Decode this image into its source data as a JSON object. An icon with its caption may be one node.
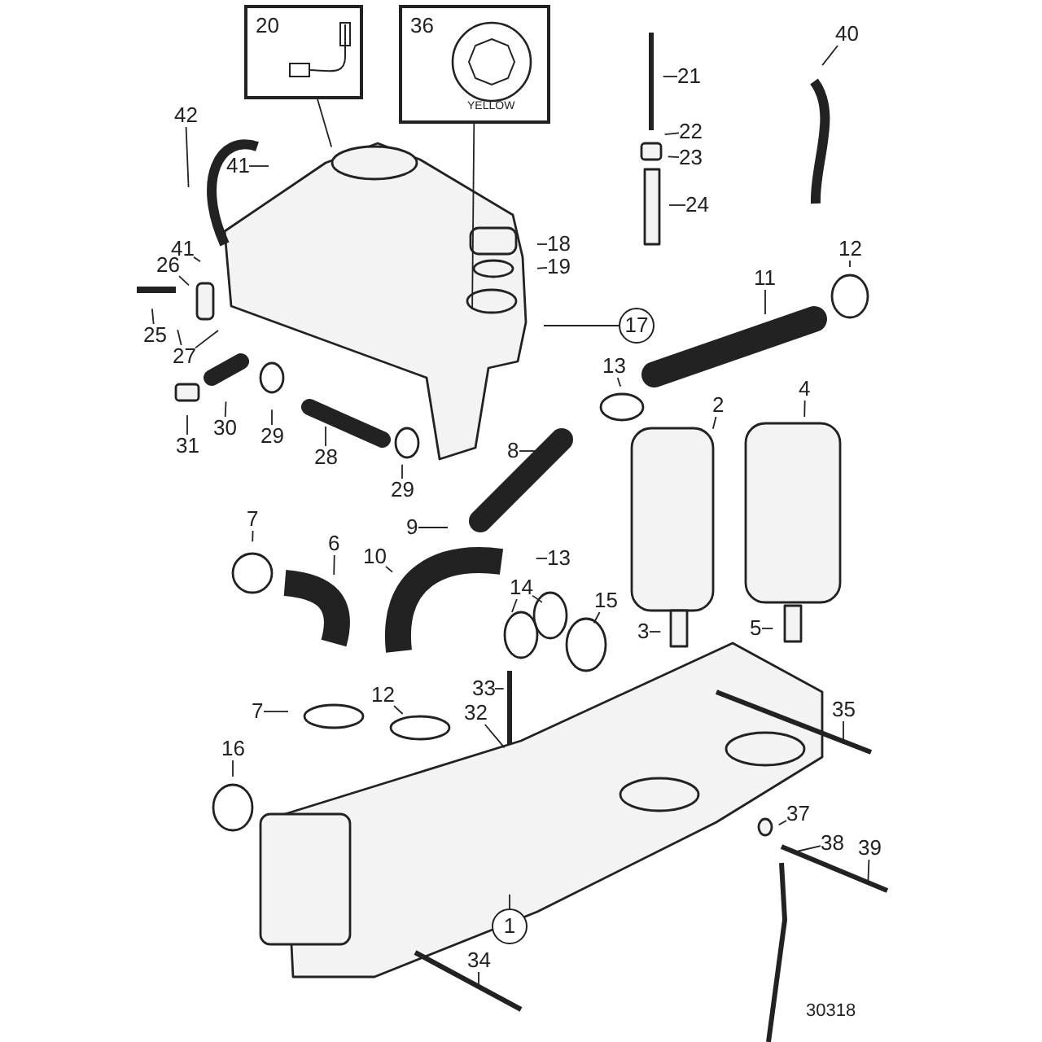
{
  "diagram": {
    "nodes": [
      {
        "text": [
          "20"
        ]
      },
      {
        "text": [
          "36",
          "YELLOW"
        ]
      },
      {
        "text": [
          "40"
        ]
      },
      {
        "text": [
          "21"
        ]
      },
      {
        "text": [
          "22"
        ]
      },
      {
        "text": [
          "23"
        ]
      },
      {
        "text": [
          "24"
        ]
      },
      {
        "text": [
          "42"
        ]
      },
      {
        "text": [
          "41"
        ]
      },
      {
        "text": [
          "18"
        ]
      },
      {
        "text": [
          "19"
        ]
      },
      {
        "text": [
          "12"
        ]
      },
      {
        "text": [
          "41"
        ]
      },
      {
        "text": [
          "26"
        ]
      },
      {
        "text": [
          "11"
        ]
      },
      {
        "text": [
          "17"
        ]
      },
      {
        "text": [
          "25"
        ]
      },
      {
        "text": [
          "27"
        ]
      },
      {
        "text": [
          "13"
        ]
      },
      {
        "text": [
          "4"
        ]
      },
      {
        "text": [
          "2"
        ]
      },
      {
        "text": [
          "31"
        ]
      },
      {
        "text": [
          "30"
        ]
      },
      {
        "text": [
          "29"
        ]
      },
      {
        "text": [
          "8"
        ]
      },
      {
        "text": [
          "28"
        ]
      },
      {
        "text": [
          "29"
        ]
      },
      {
        "text": [
          "7"
        ]
      },
      {
        "text": [
          "9"
        ]
      },
      {
        "text": [
          "10"
        ]
      },
      {
        "text": [
          "6"
        ]
      },
      {
        "text": [
          "13"
        ]
      },
      {
        "text": [
          "14"
        ]
      },
      {
        "text": [
          "15"
        ]
      },
      {
        "text": [
          "5"
        ]
      },
      {
        "text": [
          "3"
        ]
      },
      {
        "text": [
          "33"
        ]
      },
      {
        "text": [
          "12"
        ]
      },
      {
        "text": [
          "7"
        ]
      },
      {
        "text": [
          "35"
        ]
      },
      {
        "text": [
          "32"
        ]
      },
      {
        "text": [
          "16"
        ]
      },
      {
        "text": [
          "37"
        ]
      },
      {
        "text": [
          "38"
        ]
      },
      {
        "text": [
          "39"
        ]
      },
      {
        "text": [
          "1"
        ]
      },
      {
        "text": [
          "34"
        ]
      }
    ],
    "edges": [
      {
        "from": 0,
        "to": null,
        "arrow": "none"
      },
      {
        "from": 1,
        "to": null,
        "arrow": "none"
      },
      {
        "from": 2,
        "to": null,
        "arrow": "none"
      },
      {
        "from": 3,
        "to": null,
        "arrow": "none"
      },
      {
        "from": 4,
        "to": null,
        "arrow": "none"
      },
      {
        "from": 5,
        "to": null,
        "arrow": "none"
      },
      {
        "from": 6,
        "to": null,
        "arrow": "none"
      },
      {
        "from": 7,
        "to": null,
        "arrow": "none"
      },
      {
        "from": 8,
        "to": null,
        "arrow": "none"
      },
      {
        "from": 9,
        "to": null,
        "arrow": "none"
      },
      {
        "from": 10,
        "to": null,
        "arrow": "none"
      },
      {
        "from": 11,
        "to": null,
        "arrow": "none"
      },
      {
        "from": 12,
        "to": null,
        "arrow": "none"
      },
      {
        "from": 13,
        "to": null,
        "arrow": "none"
      },
      {
        "from": 14,
        "to": null,
        "arrow": "none"
      },
      {
        "from": 15,
        "to": null,
        "arrow": "none"
      },
      {
        "from": 16,
        "to": null,
        "arrow": "none"
      },
      {
        "from": 17,
        "to": null,
        "arrow": "none"
      },
      {
        "from": 17,
        "to": null,
        "arrow": "none"
      },
      {
        "from": 18,
        "to": null,
        "arrow": "none"
      },
      {
        "from": 19,
        "to": null,
        "arrow": "none"
      },
      {
        "from": 20,
        "to": null,
        "arrow": "none"
      },
      {
        "from": 21,
        "to": null,
        "arrow": "none"
      },
      {
        "from": 22,
        "to": null,
        "arrow": "none"
      },
      {
        "from": 23,
        "to": null,
        "arrow": "none"
      },
      {
        "from": 24,
        "to": null,
        "arrow": "none"
      },
      {
        "from": 25,
        "to": null,
        "arrow": "none"
      },
      {
        "from": 26,
        "to": null,
        "arrow": "none"
      },
      {
        "from": 27,
        "to": null,
        "arrow": "none"
      },
      {
        "from": 28,
        "to": null,
        "arrow": "none"
      },
      {
        "from": 29,
        "to": null,
        "arrow": "none"
      },
      {
        "from": 30,
        "to": null,
        "arrow": "none"
      },
      {
        "from": 31,
        "to": null,
        "arrow": "none"
      },
      {
        "from": 32,
        "to": null,
        "arrow": "none"
      },
      {
        "from": 32,
        "to": null,
        "arrow": "none"
      },
      {
        "from": 33,
        "to": null,
        "arrow": "none"
      },
      {
        "from": 34,
        "to": null,
        "arrow": "none"
      },
      {
        "from": 35,
        "to": null,
        "arrow": "none"
      },
      {
        "from": 36,
        "to": null,
        "arrow": "none"
      },
      {
        "from": 37,
        "to": null,
        "arrow": "none"
      },
      {
        "from": 38,
        "to": null,
        "arrow": "none"
      },
      {
        "from": 39,
        "to": null,
        "arrow": "none"
      },
      {
        "from": 40,
        "to": null,
        "arrow": "none"
      },
      {
        "from": 41,
        "to": null,
        "arrow": "none"
      },
      {
        "from": 42,
        "to": null,
        "arrow": "none"
      },
      {
        "from": 43,
        "to": null,
        "arrow": "none"
      },
      {
        "from": 44,
        "to": null,
        "arrow": "none"
      },
      {
        "from": 45,
        "to": null,
        "arrow": "none"
      },
      {
        "from": 46,
        "to": null,
        "arrow": "none"
      }
    ],
    "labels": [
      "30318"
    ]
  }
}
